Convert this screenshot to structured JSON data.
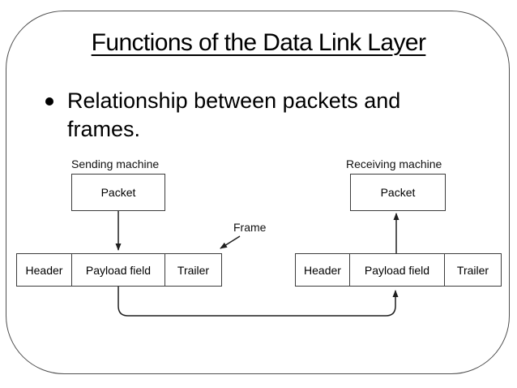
{
  "slide": {
    "title": "Functions of the Data Link Layer",
    "bullet_text": "Relationship between packets and frames."
  },
  "diagram": {
    "frame_label": "Frame",
    "sending": {
      "machine_label": "Sending machine",
      "packet_label": "Packet",
      "cells": [
        "Header",
        "Payload field",
        "Trailer"
      ]
    },
    "receiving": {
      "machine_label": "Receiving machine",
      "packet_label": "Packet",
      "cells": [
        "Header",
        "Payload field",
        "Trailer"
      ]
    }
  },
  "colors": {
    "background": "#ffffff",
    "text": "#000000",
    "diagram_line": "#1f1f1f",
    "box_border": "#3c3c3c",
    "slide_border": "#4f4f4f"
  }
}
